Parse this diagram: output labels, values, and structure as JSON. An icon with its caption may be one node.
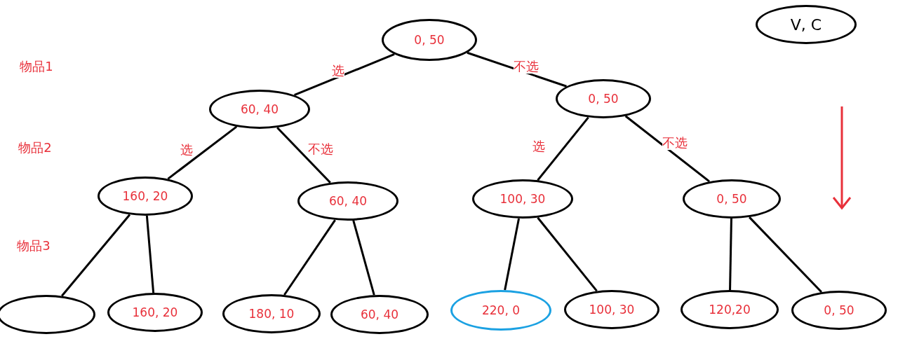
{
  "diagram": {
    "nodes": [
      {
        "text": [
          "0, 50"
        ]
      },
      {
        "text": [
          "60, 40"
        ]
      },
      {
        "text": [
          "0, 50"
        ]
      },
      {
        "text": [
          "160, 20"
        ]
      },
      {
        "text": [
          "60, 40"
        ]
      },
      {
        "text": [
          "100, 30"
        ]
      },
      {
        "text": [
          "0, 50"
        ]
      },
      {
        "text": [],
        "shape": "ellipse"
      },
      {
        "text": [
          "160, 20"
        ]
      },
      {
        "text": [
          "180, 10"
        ]
      },
      {
        "text": [
          "60, 40"
        ]
      },
      {
        "text": [
          "220, 0"
        ]
      },
      {
        "text": [
          "100, 30"
        ]
      },
      {
        "text": [
          "120,20"
        ]
      },
      {
        "text": [
          "0, 50"
        ]
      },
      {
        "text": [
          "V, C"
        ]
      }
    ],
    "edges": [
      {
        "from": 0,
        "to": 1,
        "arrow": "none",
        "label": "选"
      },
      {
        "from": 0,
        "to": 2,
        "arrow": "none",
        "label": "不选"
      },
      {
        "from": 1,
        "to": 3,
        "arrow": "none",
        "label": "选"
      },
      {
        "from": 1,
        "to": 4,
        "arrow": "none",
        "label": "不选"
      },
      {
        "from": 2,
        "to": 5,
        "arrow": "none",
        "label": "选"
      },
      {
        "from": 2,
        "to": 6,
        "arrow": "none",
        "label": "不选"
      },
      {
        "from": 3,
        "to": 7,
        "arrow": "none"
      },
      {
        "from": 3,
        "to": 8,
        "arrow": "none"
      },
      {
        "from": 4,
        "to": 9,
        "arrow": "none"
      },
      {
        "from": 4,
        "to": 10,
        "arrow": "none"
      },
      {
        "from": 5,
        "to": 11,
        "arrow": "none"
      },
      {
        "from": 5,
        "to": 12,
        "arrow": "none"
      },
      {
        "from": 6,
        "to": 13,
        "arrow": "none"
      },
      {
        "from": 6,
        "to": 14,
        "arrow": "none"
      }
    ],
    "labels": [
      "物品1",
      "物品2",
      "物品3"
    ]
  }
}
